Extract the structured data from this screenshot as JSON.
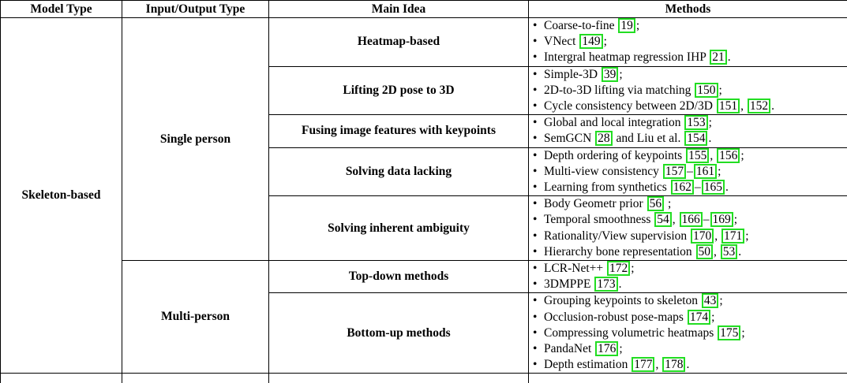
{
  "headers": [
    "Model Type",
    "Input/Output Type",
    "Main Idea",
    "Methods"
  ],
  "rows": [
    {
      "model_type": "Skeleton-based",
      "io_types": [
        {
          "label": "Single person",
          "ideas": [
            {
              "label": "Heatmap-based",
              "methods": [
                [
                  {
                    "t": "Coarse-to-fine "
                  },
                  {
                    "c": "19"
                  },
                  {
                    "t": ";"
                  }
                ],
                [
                  {
                    "t": "VNect "
                  },
                  {
                    "c": "149"
                  },
                  {
                    "t": ";"
                  }
                ],
                [
                  {
                    "t": "Intergral heatmap regression IHP "
                  },
                  {
                    "c": "21"
                  },
                  {
                    "t": "."
                  }
                ]
              ]
            },
            {
              "label": "Lifting 2D pose to 3D",
              "methods": [
                [
                  {
                    "t": "Simple-3D "
                  },
                  {
                    "c": "39"
                  },
                  {
                    "t": ";"
                  }
                ],
                [
                  {
                    "t": "2D-to-3D lifting via matching "
                  },
                  {
                    "c": "150"
                  },
                  {
                    "t": ";"
                  }
                ],
                [
                  {
                    "t": "Cycle consistency between 2D/3D "
                  },
                  {
                    "c": "151"
                  },
                  {
                    "t": ", "
                  },
                  {
                    "c": "152"
                  },
                  {
                    "t": "."
                  }
                ]
              ]
            },
            {
              "label": "Fusing image features with keypoints",
              "methods": [
                [
                  {
                    "t": "Global and local integration "
                  },
                  {
                    "c": "153"
                  },
                  {
                    "t": ";"
                  }
                ],
                [
                  {
                    "t": "SemGCN "
                  },
                  {
                    "c": "28"
                  },
                  {
                    "t": " and Liu et al. "
                  },
                  {
                    "c": "154"
                  },
                  {
                    "t": "."
                  }
                ]
              ]
            },
            {
              "label": "Solving data lacking",
              "methods": [
                [
                  {
                    "t": "Depth ordering of keypoints "
                  },
                  {
                    "c": "155"
                  },
                  {
                    "t": ", "
                  },
                  {
                    "c": "156"
                  },
                  {
                    "t": ";"
                  }
                ],
                [
                  {
                    "t": "Multi-view consistency "
                  },
                  {
                    "c": "157"
                  },
                  {
                    "t": "–"
                  },
                  {
                    "c": "161"
                  },
                  {
                    "t": ";"
                  }
                ],
                [
                  {
                    "t": "Learning from synthetics "
                  },
                  {
                    "c": "162"
                  },
                  {
                    "t": "–"
                  },
                  {
                    "c": "165"
                  },
                  {
                    "t": "."
                  }
                ]
              ]
            },
            {
              "label": "Solving inherent ambiguity",
              "methods": [
                [
                  {
                    "t": "Body Geometr prior "
                  },
                  {
                    "c": "56"
                  },
                  {
                    "t": " ;"
                  }
                ],
                [
                  {
                    "t": "Temporal smoothness "
                  },
                  {
                    "c": "54"
                  },
                  {
                    "t": ", "
                  },
                  {
                    "c": "166"
                  },
                  {
                    "t": "–"
                  },
                  {
                    "c": "169"
                  },
                  {
                    "t": ";"
                  }
                ],
                [
                  {
                    "t": "Rationality/View supervision "
                  },
                  {
                    "c": "170"
                  },
                  {
                    "t": ", "
                  },
                  {
                    "c": "171"
                  },
                  {
                    "t": ";"
                  }
                ],
                [
                  {
                    "t": "Hierarchy bone representation "
                  },
                  {
                    "c": "50"
                  },
                  {
                    "t": ", "
                  },
                  {
                    "c": "53"
                  },
                  {
                    "t": "."
                  }
                ]
              ]
            }
          ]
        },
        {
          "label": "Multi-person",
          "ideas": [
            {
              "label": "Top-down methods",
              "methods": [
                [
                  {
                    "t": "LCR-Net++ "
                  },
                  {
                    "c": "172"
                  },
                  {
                    "t": ";"
                  }
                ],
                [
                  {
                    "t": "3DMPPE "
                  },
                  {
                    "c": "173"
                  },
                  {
                    "t": "."
                  }
                ]
              ]
            },
            {
              "label": "Bottom-up methods",
              "methods": [
                [
                  {
                    "t": "Grouping keypoints to skeleton "
                  },
                  {
                    "c": "43"
                  },
                  {
                    "t": ";"
                  }
                ],
                [
                  {
                    "t": "Occlusion-robust pose-maps "
                  },
                  {
                    "c": "174"
                  },
                  {
                    "t": ";"
                  }
                ],
                [
                  {
                    "t": "Compressing volumetric heatmaps "
                  },
                  {
                    "c": "175"
                  },
                  {
                    "t": ";"
                  }
                ],
                [
                  {
                    "t": "PandaNet "
                  },
                  {
                    "c": "176"
                  },
                  {
                    "t": ";"
                  }
                ],
                [
                  {
                    "t": "Depth estimation "
                  },
                  {
                    "c": "177"
                  },
                  {
                    "t": ", "
                  },
                  {
                    "c": "178"
                  },
                  {
                    "t": "."
                  }
                ]
              ]
            }
          ]
        }
      ]
    }
  ]
}
